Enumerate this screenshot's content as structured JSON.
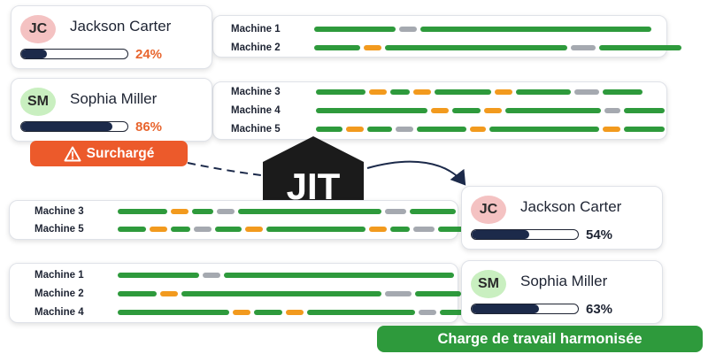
{
  "before": {
    "users": [
      {
        "initials": "JC",
        "name": "Jackson Carter",
        "percent_text": "24%",
        "load": 0.24,
        "avatar_color": "#f4c2c2",
        "percent_color": "#e8652e"
      },
      {
        "initials": "SM",
        "name": "Sophia Miller",
        "percent_text": "86%",
        "load": 0.86,
        "avatar_color": "#c9efc0",
        "percent_color": "#e8652e"
      }
    ],
    "machine_groups": [
      {
        "machines": [
          {
            "name": "Machine 1",
            "segments": [
              "g",
              "x",
              "g"
            ]
          },
          {
            "name": "Machine 2",
            "segments": [
              "g",
              "o",
              "g",
              "x",
              "g"
            ]
          }
        ]
      },
      {
        "machines": [
          {
            "name": "Machine 3",
            "segments": [
              "g",
              "o",
              "g",
              "o",
              "g",
              "o",
              "g",
              "x",
              "g"
            ]
          },
          {
            "name": "Machine 4",
            "segments": [
              "g",
              "o",
              "g",
              "o",
              "g",
              "x",
              "g"
            ]
          },
          {
            "name": "Machine 5",
            "segments": [
              "g",
              "o",
              "g",
              "x",
              "g",
              "o",
              "g",
              "o",
              "g"
            ]
          }
        ]
      }
    ],
    "warning_label": "Surchargé",
    "warning_icon": "warning-triangle-icon"
  },
  "logo_text": "JIT",
  "after": {
    "users": [
      {
        "initials": "JC",
        "name": "Jackson Carter",
        "percent_text": "54%",
        "load": 0.54,
        "avatar_color": "#f4c2c2",
        "percent_color": "#1e2433"
      },
      {
        "initials": "SM",
        "name": "Sophia Miller",
        "percent_text": "63%",
        "load": 0.63,
        "avatar_color": "#c9efc0",
        "percent_color": "#1e2433"
      }
    ],
    "machine_groups": [
      {
        "machines": [
          {
            "name": "Machine 3",
            "segments": [
              "g",
              "o",
              "g",
              "x",
              "g",
              "x",
              "g"
            ]
          },
          {
            "name": "Machine 5",
            "segments": [
              "g",
              "o",
              "g",
              "x",
              "g",
              "o",
              "g",
              "o",
              "g",
              "x",
              "g"
            ]
          }
        ]
      },
      {
        "machines": [
          {
            "name": "Machine 1",
            "segments": [
              "g",
              "x",
              "g"
            ]
          },
          {
            "name": "Machine 2",
            "segments": [
              "g",
              "o",
              "g",
              "x",
              "g"
            ]
          },
          {
            "name": "Machine 4",
            "segments": [
              "g",
              "o",
              "g",
              "o",
              "g",
              "x",
              "g"
            ]
          }
        ]
      }
    ],
    "result_label": "Charge de travail harmonisée"
  },
  "colors": {
    "green": "#2e9a3c",
    "orange": "#f29a1e",
    "gray": "#a5a9b0",
    "alert": "#ec5a2b",
    "navy": "#1c2a4a"
  }
}
